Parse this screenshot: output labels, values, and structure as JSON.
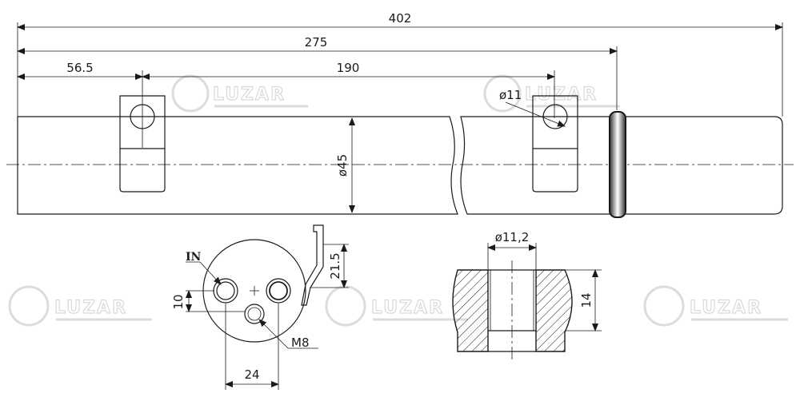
{
  "brand": {
    "watermark": "LUZAR"
  },
  "colors": {
    "line": "#1a1a1a",
    "watermark": "#d9d9d9",
    "hatch": "#1a1a1a"
  },
  "dimensions": {
    "overall_length": "402",
    "ring_position": "275",
    "first_bracket": "56.5",
    "bracket_spacing": "190",
    "bracket_hole": "ø11",
    "body_diameter": "ø45",
    "port_offset_vertical": "10",
    "bracket_height": "21.5",
    "port_spacing": "24",
    "port_bore": "ø11,2",
    "port_depth": "14"
  },
  "labels": {
    "inlet": "IN",
    "thread": "M8"
  }
}
